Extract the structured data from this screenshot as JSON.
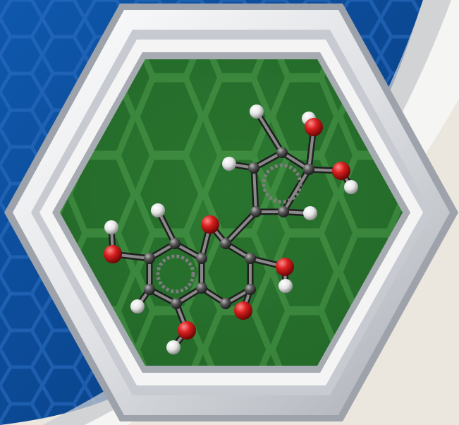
{
  "image": {
    "subject": "molecule-ball-and-stick",
    "colors": {
      "background_blue": "#0f4fa0",
      "background_blue_dark": "#0a3b80",
      "background_cream": "#ebe6de",
      "frame_white": "#f4f4f4",
      "frame_gray": "#b9bcc2",
      "panel_green": "#2f7a33",
      "panel_green_dark": "#1d5b23",
      "hex_green_line": "#4b9a4b",
      "carbon": "#555555",
      "oxygen": "#d81e1e",
      "hydrogen": "#f2f2f2"
    },
    "atoms": {
      "carbon": 15,
      "oxygen": 7,
      "hydrogen": 10
    }
  }
}
